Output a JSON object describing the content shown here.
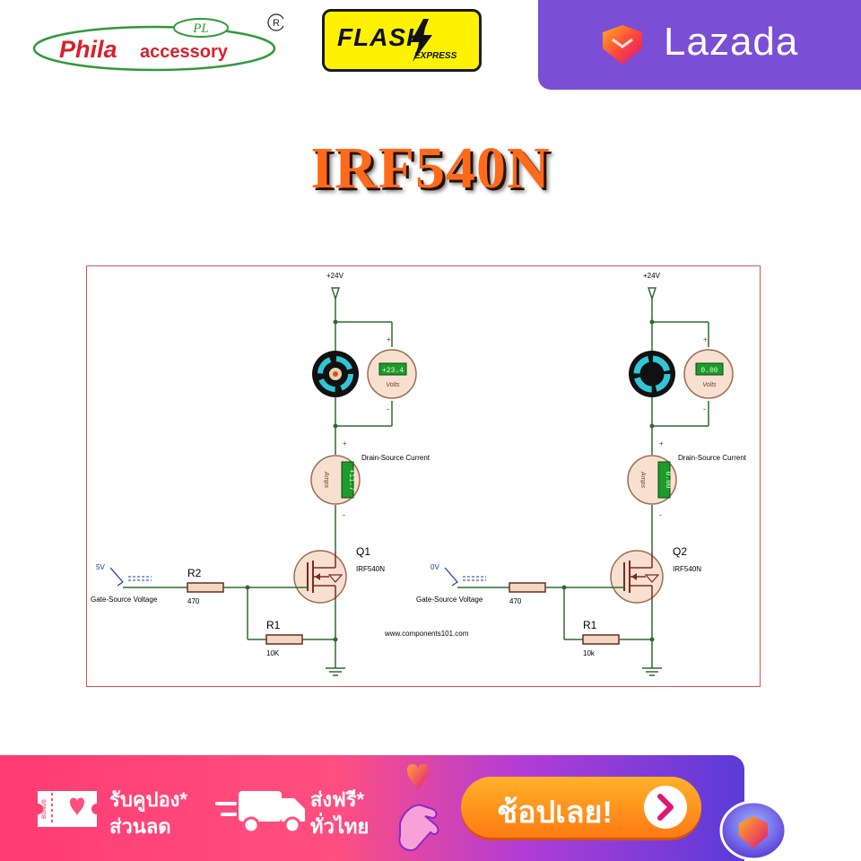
{
  "header": {
    "phila_brand": "Phila",
    "phila_sub": "accessory",
    "phila_badge": "PL",
    "registered_mark": "R",
    "flash_brand": "FLASH",
    "flash_sub": "EXPRESS",
    "lazada_brand": "Lazada"
  },
  "title": "IRF540N",
  "circuit": {
    "left": {
      "supply": "+24V",
      "voltmeter_reading": "+23.4",
      "voltmeter_unit": "Volts",
      "ammeter_reading": "+11.7",
      "ammeter_unit": "Amps",
      "current_label": "Drain-Source Current",
      "gate_voltage": "5V",
      "gate_label": "Gate-Source Voltage",
      "r2_name": "R2",
      "r2_value": "470",
      "r1_name": "R1",
      "r1_value": "10K",
      "q_name": "Q1",
      "q_part": "IRF540N",
      "plus": "+",
      "minus": "-"
    },
    "right": {
      "supply": "+24V",
      "voltmeter_reading": "0.00",
      "voltmeter_unit": "Volts",
      "ammeter_reading": "0.00",
      "ammeter_unit": "Amps",
      "current_label": "Drain-Source Current",
      "gate_voltage": "0V",
      "gate_label": "Gate-Source Voltage",
      "r2_value": "470",
      "r1_name": "R1",
      "r1_value": "10k",
      "q_name": "Q2",
      "q_part": "IRF540N",
      "plus": "+",
      "minus": "-"
    },
    "website": "www.components101.com"
  },
  "banner": {
    "coupon_line1": "รับคูปอง*",
    "coupon_line2": "ส่วนลด",
    "coupon_badge": "BONUS",
    "ship_line1": "ส่งฟรี*",
    "ship_line2": "ทั่วไทย",
    "shop_button": "ช้อปเลย!"
  },
  "colors": {
    "lazada_purple": "#7a4fd6",
    "title_orange": "#ff6a1a",
    "wire_green": "#2f6b2f",
    "meter_display": "#1e9b2a"
  }
}
